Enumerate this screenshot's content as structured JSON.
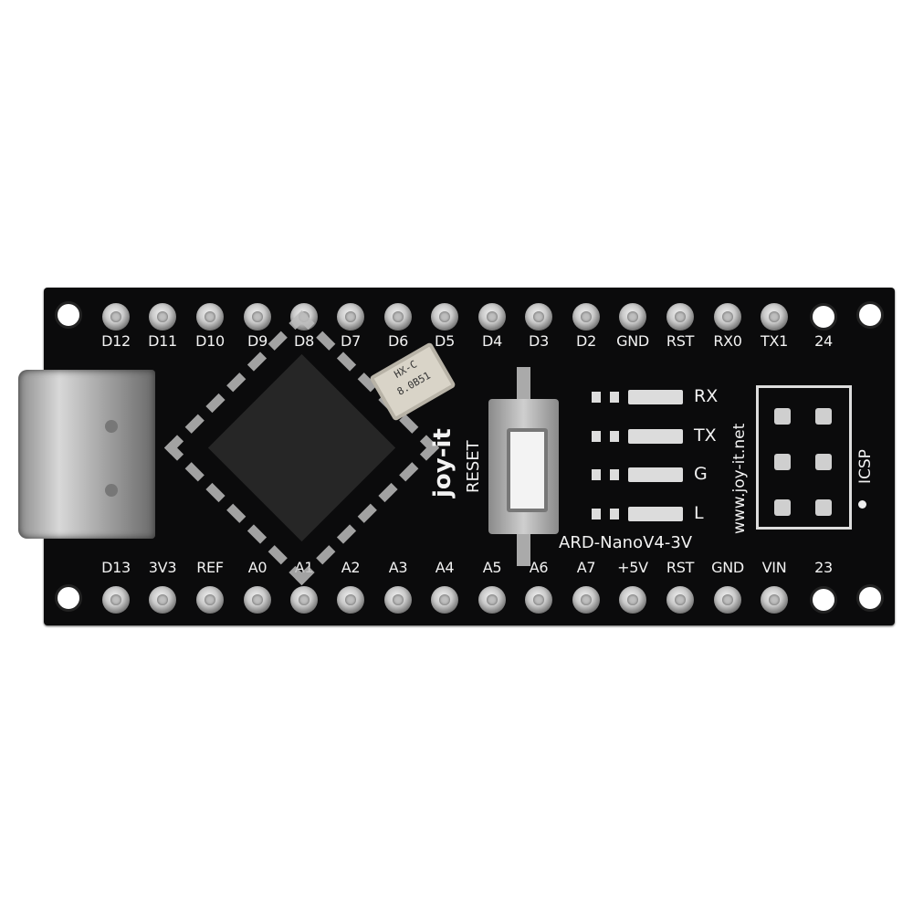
{
  "board": {
    "model_label": "ARD-NanoV4-3V",
    "website": "www.joy-it.net",
    "brand_logo": "joy-it",
    "reset_label": "RESET",
    "icsp_label": "ICSP",
    "crystal_text": [
      "HX-C",
      "8.0B51"
    ],
    "led_labels": [
      "RX",
      "TX",
      "G",
      "L"
    ],
    "top_pins": [
      "D12",
      "D11",
      "D10",
      "D9",
      "D8",
      "D7",
      "D6",
      "D5",
      "D4",
      "D3",
      "D2",
      "GND",
      "RST",
      "RX0",
      "TX1",
      "24"
    ],
    "bottom_pins": [
      "D13",
      "3V3",
      "REF",
      "A0",
      "A1",
      "A2",
      "A3",
      "A4",
      "A5",
      "A6",
      "A7",
      "+5V",
      "RST",
      "GND",
      "VIN",
      "23"
    ],
    "pcb_color": "#0b0b0c"
  }
}
